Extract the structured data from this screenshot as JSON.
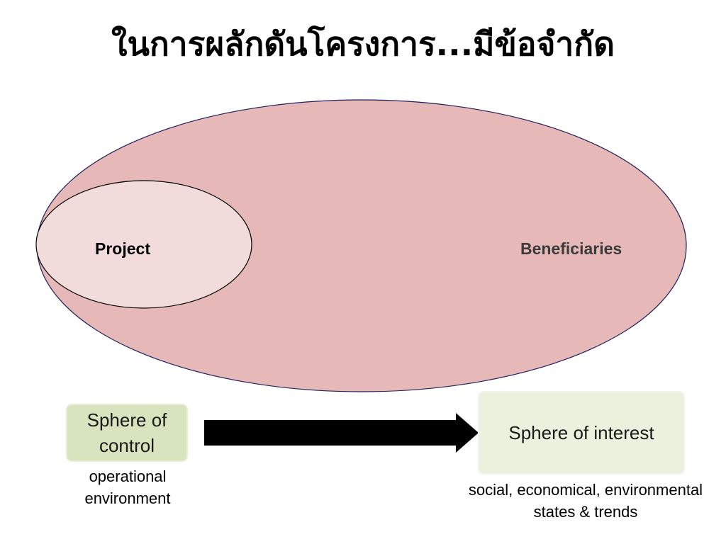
{
  "title": "ในการผลักดันโครงการ...มีข้อจำกัด",
  "diagram": {
    "outer_ellipse_label": "Beneficiaries",
    "inner_ellipse_label": "Project",
    "colors": {
      "outer_fill": "#e6b9b8",
      "outer_stroke": "#1f1f5f",
      "inner_fill": "#f2dcdb",
      "inner_stroke": "#000000",
      "arrow": "#000000"
    }
  },
  "sphere_control": {
    "label": "Sphere of control",
    "caption": "operational environment"
  },
  "sphere_interest": {
    "label": "Sphere of interest",
    "caption": "social, economical, environmental states & trends"
  }
}
